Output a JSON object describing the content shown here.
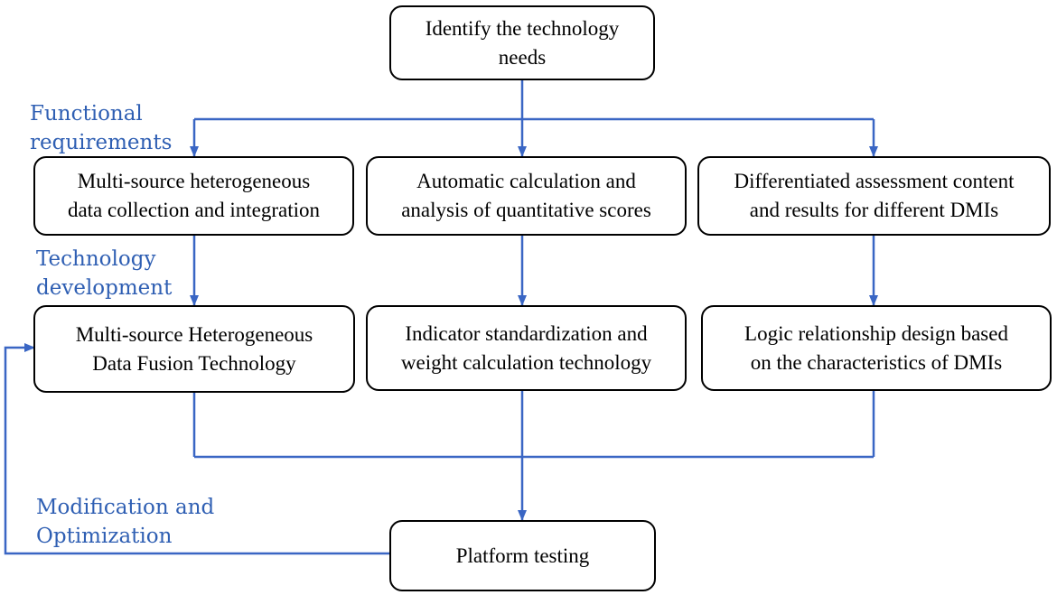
{
  "colors": {
    "arrow": "#3A66C4",
    "label": "#2F5FB3",
    "box_border": "#000000"
  },
  "top": {
    "line1": "Identify the technology",
    "line2": "needs"
  },
  "labels": {
    "functional": {
      "line1": "Functional",
      "line2": "requirements"
    },
    "technology": {
      "line1": "Technology",
      "line2": "development"
    },
    "modification": {
      "line1": "Modification and",
      "line2": "Optimization"
    }
  },
  "requirements": [
    {
      "line1": "Multi-source heterogeneous",
      "line2": "data collection and integration"
    },
    {
      "line1": "Automatic calculation and",
      "line2": "analysis of quantitative scores"
    },
    {
      "line1": "Differentiated assessment content",
      "line2": "and results for different DMIs"
    }
  ],
  "technologies": [
    {
      "line1": "Multi-source Heterogeneous",
      "line2": "Data Fusion Technology"
    },
    {
      "line1": "Indicator standardization and",
      "line2": "weight calculation technology"
    },
    {
      "line1": "Logic relationship design based",
      "line2": "on the characteristics of DMIs"
    }
  ],
  "bottom": {
    "label": "Platform testing"
  }
}
